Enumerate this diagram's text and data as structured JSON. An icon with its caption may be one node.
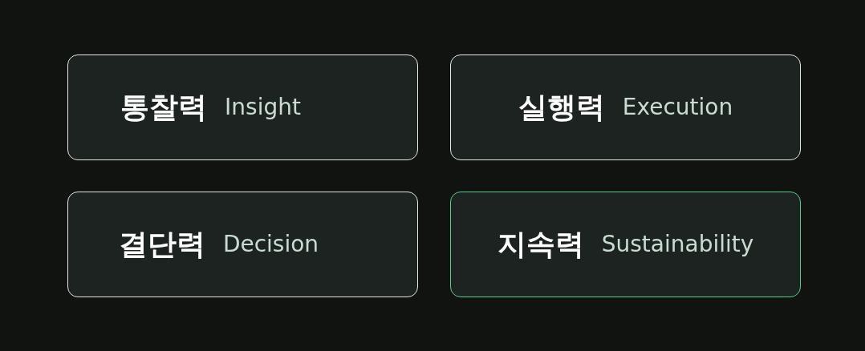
{
  "diagram": {
    "nodes": [
      {
        "text": [
          "통찰력",
          "Insight"
        ]
      },
      {
        "text": [
          "실행력",
          "Execution"
        ]
      },
      {
        "text": [
          "결단력",
          "Decision"
        ]
      },
      {
        "text": [
          "지속력",
          "Sustainability"
        ]
      }
    ]
  }
}
